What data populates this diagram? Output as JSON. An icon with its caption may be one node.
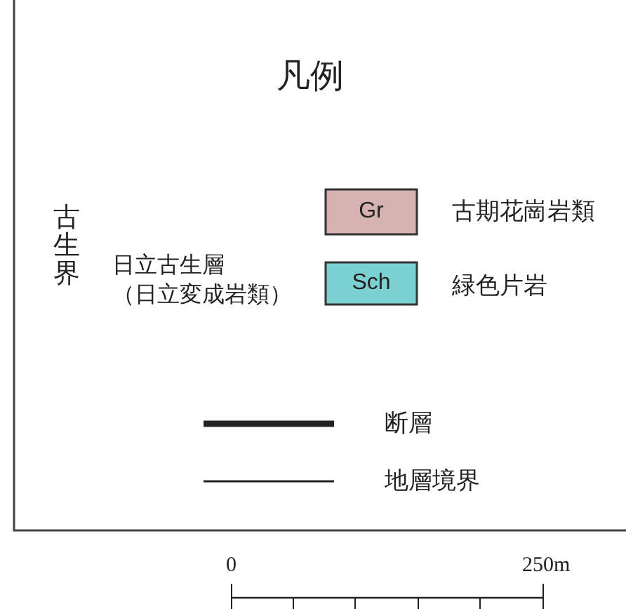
{
  "diagram": {
    "title": "凡例",
    "labels": [
      "古生界",
      "Gr",
      "日立古生層",
      "（日立変成岩類）",
      "Sch",
      "0",
      "250m"
    ],
    "legend": [
      {
        "text": "古期花崗岩類",
        "color": "#d6b3b1"
      },
      {
        "text": "緑色片岩",
        "color": "#7dd0d2"
      },
      {
        "text": "断層"
      },
      {
        "text": "地層境界"
      }
    ]
  }
}
